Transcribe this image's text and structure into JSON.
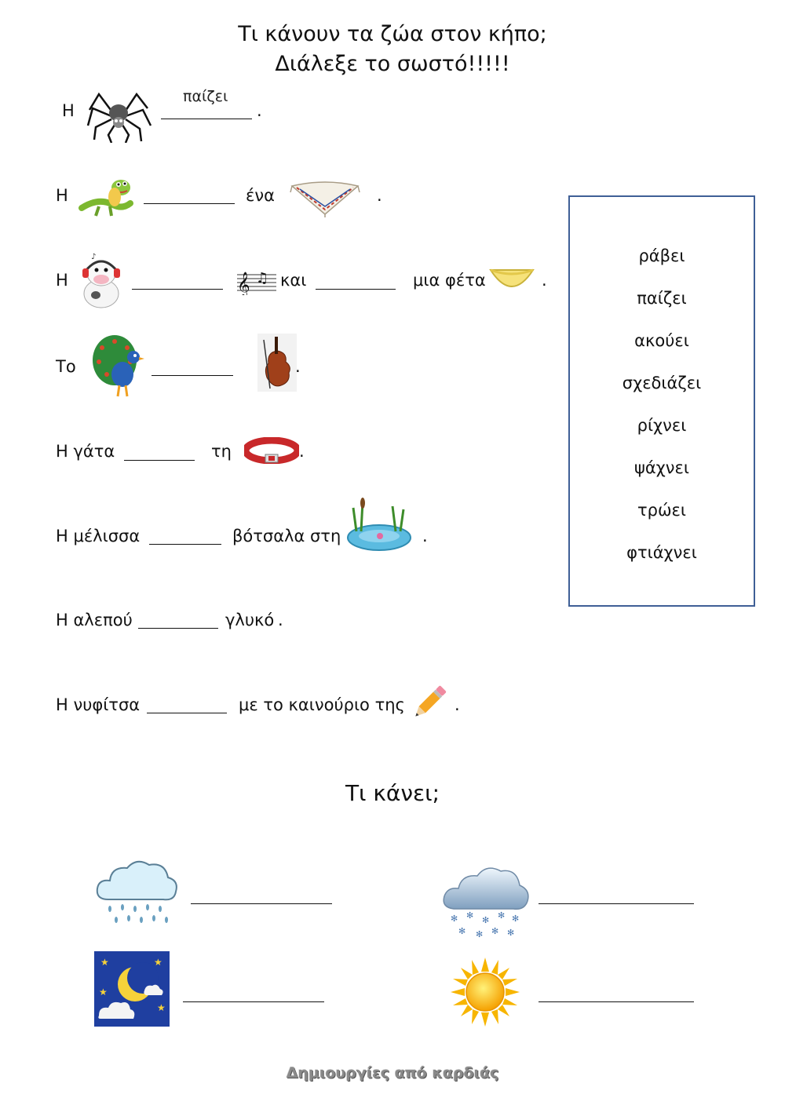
{
  "header": {
    "title_line1": "Τι κάνουν τα ζώα στον κήπο;",
    "title_line2": "Διάλεξε το σωστό!!!!!"
  },
  "sentences": [
    {
      "start": "Η",
      "answer": "παίζει",
      "end": "."
    },
    {
      "start": "Η",
      "middle": "ένα",
      "end": "."
    },
    {
      "start": "Η",
      "middle": "και",
      "middle2": "μια φέτα",
      "end": "."
    },
    {
      "start": "Το",
      "end": "."
    },
    {
      "start": "Η γάτα",
      "middle": "τη",
      "end": "."
    },
    {
      "start": "Η μέλισσα",
      "middle": "βότσαλα στη",
      "end": "."
    },
    {
      "start": "Η αλεπού",
      "middle": "γλυκό",
      "end": "."
    },
    {
      "start": "Η νυφίτσα",
      "middle": "με το καινούριο της",
      "end": "."
    }
  ],
  "word_bank": [
    "ράβει",
    "παίζει",
    "ακούει",
    "σχεδιάζει",
    "ρίχνει",
    "ψάχνει",
    "τρώει",
    "φτιάχνει"
  ],
  "weather": {
    "title": "Τι κάνει;",
    "icons": [
      "rain-cloud-icon",
      "snow-cloud-icon",
      "night-moon-icon",
      "sun-icon"
    ]
  },
  "footer": {
    "text": "Δημιουργίες από καρδιάς"
  }
}
